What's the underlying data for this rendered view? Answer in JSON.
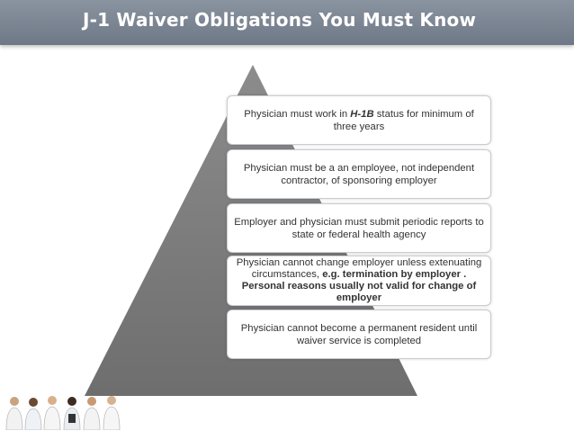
{
  "slide": {
    "title": "J-1 Waiver Obligations You Must Know"
  },
  "obligations": [
    {
      "pre": "Physician must work in ",
      "emph": "H-1B",
      "post": " status for minimum of three years"
    },
    {
      "text": "Physician must be a an employee, not independent contractor, of sponsoring employer"
    },
    {
      "text": "Employer and physician must submit periodic reports to state or federal health agency"
    },
    {
      "pre": "Physician cannot change employer unless extenuating circumstances, ",
      "bold": "e.g. termination by employer .  Personal reasons usually not valid for change of employer"
    },
    {
      "text": "Physician cannot  become a permanent resident until waiver service is completed"
    }
  ],
  "colors": {
    "title_bar": "#7a8390",
    "pyramid": "#7f7f7f"
  }
}
